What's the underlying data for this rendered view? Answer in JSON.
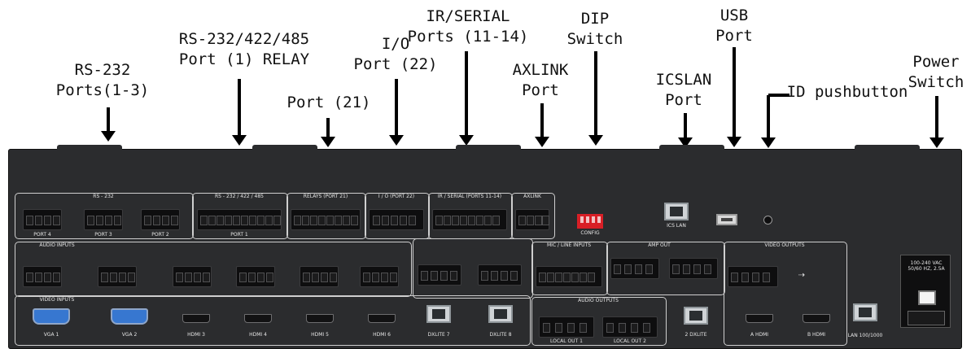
{
  "callouts": {
    "rs232": {
      "line1": "RS-232",
      "line2": "Ports(1-3)"
    },
    "rs232_422_485": {
      "line1": "RS-232/422/485",
      "line2": "Port (1) RELAY"
    },
    "port21": {
      "line1": "Port (21)"
    },
    "io": {
      "line1": "I/O",
      "line2": "Port (22)"
    },
    "ir_serial": {
      "line1": "IR/SERIAL",
      "line2": "Ports (11-14)"
    },
    "axlink": {
      "line1": "AXLINK",
      "line2": "Port"
    },
    "dip": {
      "line1": "DIP",
      "line2": "Switch"
    },
    "icslan": {
      "line1": "ICSLAN",
      "line2": "Port"
    },
    "usb": {
      "line1": "USB",
      "line2": "Port"
    },
    "id_pushbutton": {
      "line1": "ID pushbutton"
    },
    "power": {
      "line1": "Power",
      "line2": "Switch"
    }
  },
  "panel": {
    "rs232_group": "RS - 232",
    "rs_multi_group": "RS - 232 / 422 / 485",
    "relays_group": "RELAYS (PORT 21)",
    "io_group": "I / O (PORT 22)",
    "ir_group": "IR / SERIAL (PORTS 11-14)",
    "axlink_group": "AXLINK",
    "port4": "PORT 4",
    "port3": "PORT 3",
    "port2": "PORT 2",
    "port1": "PORT 1",
    "config": "CONFIG",
    "icslan_label": "ICS LAN",
    "audio_inputs": "AUDIO INPUTS",
    "mic_line_inputs": "MIC / LINE INPUTS",
    "amp_out": "AMP OUT",
    "video_outputs": "VIDEO OUTPUTS",
    "video_inputs": "VIDEO INPUTS",
    "audio_outputs": "AUDIO OUTPUTS",
    "vga1": "VGA 1",
    "vga2": "VGA 2",
    "hdmi3": "HDMI 3",
    "hdmi4": "HDMI 4",
    "hdmi5": "HDMI 5",
    "hdmi6": "HDMI 6",
    "dxlite7": "DXLITE 7",
    "dxlite8": "DXLITE 8",
    "local_out1": "LOCAL OUT 1",
    "local_out2": "LOCAL OUT 2",
    "dxlite_out": "2 DXLITE",
    "hdmi_out_a": "A HDMI",
    "hdmi_out_b": "B HDMI",
    "lan": "LAN 100/1000",
    "power_rating": "100-240 VAC 50/60 HZ, 2.5A"
  }
}
